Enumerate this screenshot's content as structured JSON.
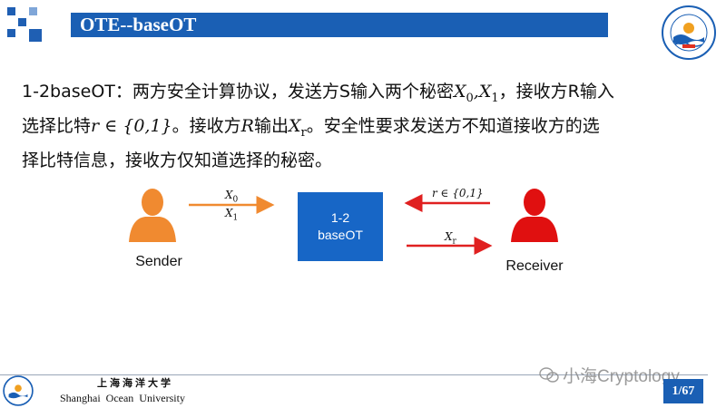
{
  "header": {
    "title": "OTE--baseOT"
  },
  "paragraph": {
    "l1_a": "1-2baseOT：两方安全计算协议，发送方S输入两个秘密",
    "x0_base": "X",
    "x0_sub": "0",
    "comma": ",",
    "x1_base": "X",
    "x1_sub": "1",
    "l1_b": "，接收方R输入",
    "l2_a": "选择比特",
    "r_expr": "r ∈ {0,1}",
    "l2_b": "。接收方",
    "r_var": "R",
    "l2_c": "输出",
    "xr_base": "X",
    "xr_sub": "r",
    "l2_d": "。安全性要求发送方不知道接收方的选",
    "l3": "择比特信息，接收方仅知道选择的秘密。"
  },
  "diagram": {
    "sender_label": "Sender",
    "receiver_label": "Receiver",
    "box_line1": "1-2",
    "box_line2": "baseOT",
    "in_x0_base": "X",
    "in_x0_sub": "0",
    "in_x1_base": "X",
    "in_x1_sub": "1",
    "recv_input": "r ∈ {0,1}",
    "out_base": "X",
    "out_sub": "r"
  },
  "footer": {
    "university_cn": "上海海洋大学",
    "university_en": "Shanghai Ocean University",
    "watermark": "小海Cryptology",
    "page": "1/67"
  },
  "colors": {
    "primary_blue": "#1a5fb4",
    "sender_orange": "#f08a30",
    "receiver_red": "#e01010",
    "arrow_red": "#e02020"
  }
}
